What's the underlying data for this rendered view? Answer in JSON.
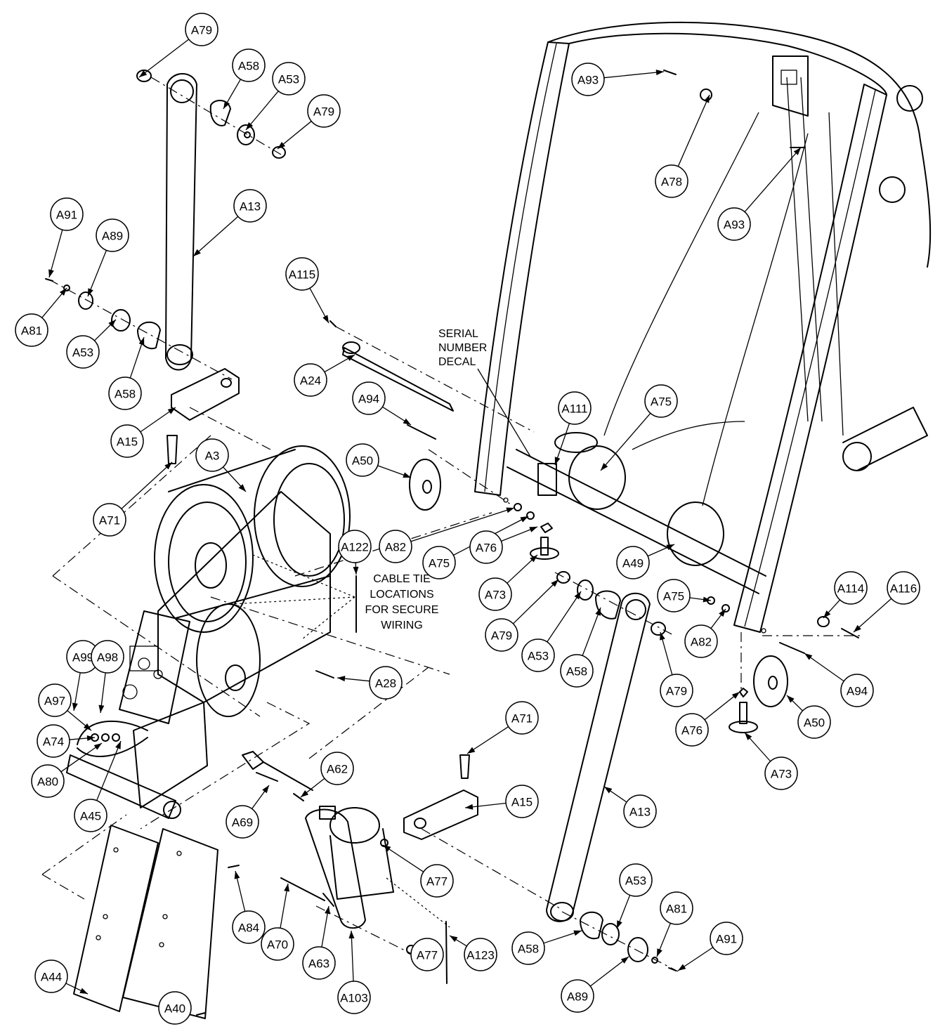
{
  "notes": {
    "serial_decal": [
      "SERIAL",
      "NUMBER",
      "DECAL"
    ],
    "cable_tie": [
      "CABLE TIE",
      "LOCATIONS",
      "FOR SECURE",
      "WIRING"
    ]
  },
  "callouts": [
    {
      "id": "c1",
      "label": "A79"
    },
    {
      "id": "c2",
      "label": "A58"
    },
    {
      "id": "c3",
      "label": "A53"
    },
    {
      "id": "c4",
      "label": "A79"
    },
    {
      "id": "c5",
      "label": "A13"
    },
    {
      "id": "c6",
      "label": "A91"
    },
    {
      "id": "c7",
      "label": "A89"
    },
    {
      "id": "c8",
      "label": "A81"
    },
    {
      "id": "c9",
      "label": "A53"
    },
    {
      "id": "c10",
      "label": "A58"
    },
    {
      "id": "c11",
      "label": "A15"
    },
    {
      "id": "c12",
      "label": "A71"
    },
    {
      "id": "c13",
      "label": "A3"
    },
    {
      "id": "c14",
      "label": "A115"
    },
    {
      "id": "c15",
      "label": "A24"
    },
    {
      "id": "c16",
      "label": "A94"
    },
    {
      "id": "c17",
      "label": "A50"
    },
    {
      "id": "c18",
      "label": "A82"
    },
    {
      "id": "c19",
      "label": "A75"
    },
    {
      "id": "c20",
      "label": "A111"
    },
    {
      "id": "c21",
      "label": "A75"
    },
    {
      "id": "c22",
      "label": "A76"
    },
    {
      "id": "c23",
      "label": "A73"
    },
    {
      "id": "c24",
      "label": "A122"
    },
    {
      "id": "c25",
      "label": "A93"
    },
    {
      "id": "c26",
      "label": "A78"
    },
    {
      "id": "c27",
      "label": "A93"
    },
    {
      "id": "c28",
      "label": "A49"
    },
    {
      "id": "c29",
      "label": "A79"
    },
    {
      "id": "c30",
      "label": "A53"
    },
    {
      "id": "c31",
      "label": "A58"
    },
    {
      "id": "c32",
      "label": "A79"
    },
    {
      "id": "c33",
      "label": "A75"
    },
    {
      "id": "c34",
      "label": "A82"
    },
    {
      "id": "c35",
      "label": "A114"
    },
    {
      "id": "c36",
      "label": "A116"
    },
    {
      "id": "c37",
      "label": "A94"
    },
    {
      "id": "c38",
      "label": "A50"
    },
    {
      "id": "c39",
      "label": "A76"
    },
    {
      "id": "c40",
      "label": "A73"
    },
    {
      "id": "c41",
      "label": "A28"
    },
    {
      "id": "c42",
      "label": "A99"
    },
    {
      "id": "c43",
      "label": "A98"
    },
    {
      "id": "c44",
      "label": "A97"
    },
    {
      "id": "c45",
      "label": "A74"
    },
    {
      "id": "c46",
      "label": "A80"
    },
    {
      "id": "c47",
      "label": "A45"
    },
    {
      "id": "c48",
      "label": "A71"
    },
    {
      "id": "c49",
      "label": "A15"
    },
    {
      "id": "c50",
      "label": "A62"
    },
    {
      "id": "c51",
      "label": "A69"
    },
    {
      "id": "c52",
      "label": "A13"
    },
    {
      "id": "c53",
      "label": "A77"
    },
    {
      "id": "c54",
      "label": "A77"
    },
    {
      "id": "c55",
      "label": "A53"
    },
    {
      "id": "c56",
      "label": "A81"
    },
    {
      "id": "c57",
      "label": "A91"
    },
    {
      "id": "c58",
      "label": "A89"
    },
    {
      "id": "c59",
      "label": "A58"
    },
    {
      "id": "c60",
      "label": "A123"
    },
    {
      "id": "c61",
      "label": "A103"
    },
    {
      "id": "c62",
      "label": "A70"
    },
    {
      "id": "c63",
      "label": "A63"
    },
    {
      "id": "c64",
      "label": "A84"
    },
    {
      "id": "c65",
      "label": "A44"
    },
    {
      "id": "c66",
      "label": "A40"
    }
  ]
}
